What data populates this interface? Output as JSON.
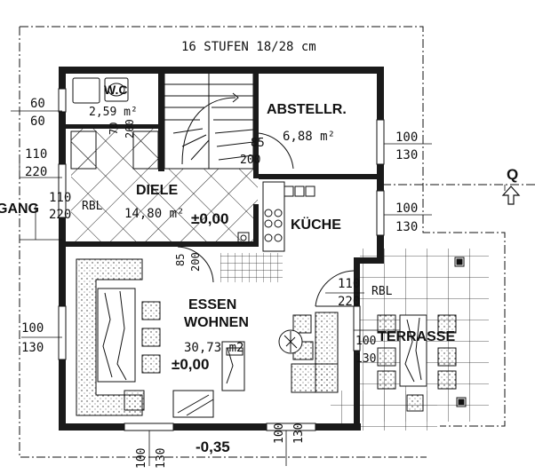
{
  "header": {
    "stairs": "16 STUFEN 18/28 cm"
  },
  "rooms": {
    "wc": {
      "name": "W.C",
      "area": "2,59 m²"
    },
    "abstell": {
      "name": "ABSTELLR.",
      "area": "6,88 m²"
    },
    "diele": {
      "name": "DIELE",
      "area": "14,80 m²",
      "level": "±0,00"
    },
    "kueche": {
      "name": "KÜCHE"
    },
    "essen": {
      "name1": "ESSEN",
      "name2": "WOHNEN",
      "area": "30,73 m2",
      "level": "±0,00"
    },
    "terrasse": {
      "name": "TERRASSE"
    },
    "gang": {
      "name": "GANG"
    }
  },
  "dims": {
    "d60a": "60",
    "d60b": "60",
    "d110a": "110",
    "d220a": "220",
    "d110b": "110",
    "d220b": "220",
    "rbl1": "RBL",
    "d70": "70",
    "d200a": "200",
    "d85a": "85",
    "d200b": "200",
    "d85b": "85",
    "d200c": "200",
    "d100a": "100",
    "d130a": "130",
    "d100b": "100",
    "d130b": "130",
    "d110c": "110",
    "d220c": "220",
    "rbl2": "RBL",
    "d100c": "100",
    "d130c": "130",
    "d100d": "100",
    "d130d": "130",
    "d100e": "100",
    "d130e": "130",
    "d100f": "100",
    "d130f": "130",
    "level_out": "-0,35"
  },
  "section": {
    "label": "Q"
  }
}
